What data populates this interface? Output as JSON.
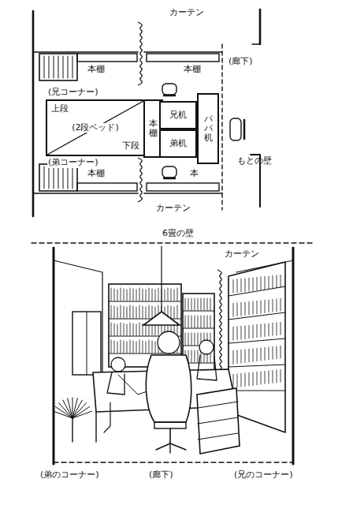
{
  "diagram": {
    "nodes": [
      {
        "text": [
          "上段",
          "(2段ベッド)",
          "下段"
        ]
      },
      {
        "text": [
          "本棚"
        ]
      },
      {
        "text": [
          "兄机"
        ]
      },
      {
        "text": [
          "弟机"
        ]
      },
      {
        "text": [
          "パパ机"
        ]
      }
    ],
    "labels": [
      "カーテン",
      "本棚",
      "本棚",
      "(廊下)",
      "(兄コーナー)",
      "(弟コーナー)",
      "本棚",
      "本",
      "カーテン",
      "もとの壁",
      "6畳の壁",
      "カーテン",
      "(弟のコーナー)",
      "(廊下)",
      "(兄のコーナー)"
    ]
  }
}
